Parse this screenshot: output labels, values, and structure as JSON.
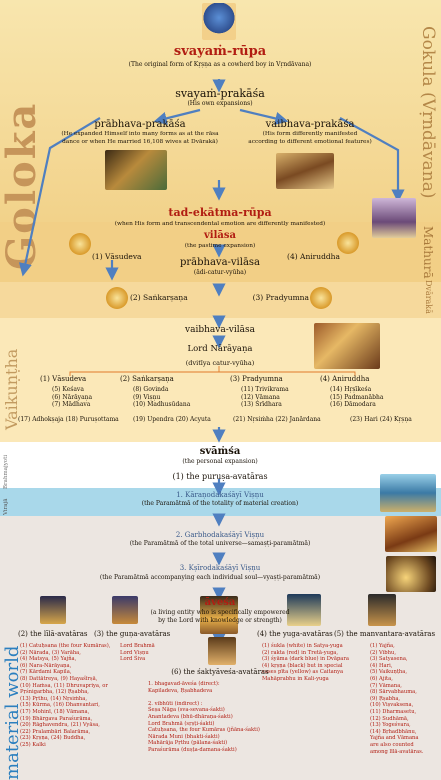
{
  "colors": {
    "goloka_top": "#f6dfa0",
    "goloka_band": "#f1c77a",
    "mathura_band": "#f3d18a",
    "dvaraka_band": "#f7dba0",
    "vaikuntha": "#fbe7b6",
    "white": "#ffffff",
    "viraja": "#a7d7ea",
    "material": "#ece6e0",
    "red_text": "#b11d12",
    "arrow": "#4f7fc0",
    "side_gold": "#c89448"
  },
  "side": {
    "goloka": "Goloka",
    "gokula": "Gokula (Vṛndāvana)",
    "mathura": "Mathurā",
    "dvaraka": "Dvārakā",
    "vaikuntha": "Vaikuṇṭha",
    "brahmajyoti": "Brahmajyoti",
    "viraja": "Virajā",
    "material_world": "material world"
  },
  "top": {
    "svayam_rupa": "svayaṁ-rūpa",
    "svayam_rupa_desc": "(The original form of Kṛṣṇa as a cowherd boy in Vṛndāvana)",
    "svayam_prakasa": "svayaṁ-prakāśa",
    "svayam_prakasa_desc": "(His own expansions)",
    "prabhava": "prābhava-prakāśa",
    "prabhava_desc1": "(He expanded Himself into many forms as at the rāsa",
    "prabhava_desc2": "dance or when He married 16,108 wives at Dvārakā)",
    "vaibhava": "vaibhava-prakāśa",
    "vaibhava_desc1": "(His form differently manifested",
    "vaibhava_desc2": "according to different emotional features)",
    "tad_ekatma": "tad-ekātma-rūpa",
    "tad_ekatma_desc": "(when His form and transcendental emotion are differently manifested)",
    "vilasa": "vilāsa",
    "vilasa_desc": "(the pastime expansion)",
    "prabhava_vilasa": "prābhava-vilāsa",
    "adi_catur": "(ādi-catur-vyūha)",
    "vasudeva": "(1) Vāsudeva",
    "aniruddha": "(4) Aniruddha",
    "sankarsana": "(2) Saṅkarṣaṇa",
    "pradyumna": "(3) Pradyumna"
  },
  "vaikuntha": {
    "vaibhava_vilasa": "vaibhava-vilāsa",
    "narayana": "Lord Nārāyaṇa",
    "dvitiya": "(dvitīya catur-vyūha)",
    "groups": [
      {
        "head": "(1) Vāsudeva",
        "items": "(5) Keśava\n(6) Nārāyaṇa\n(7) Mādhava"
      },
      {
        "head": "(2) Saṅkarṣaṇa",
        "items": "(8) Govinda\n(9) Viṣṇu\n(10) Madhusūdana"
      },
      {
        "head": "(3) Pradyumna",
        "items": "(11) Trivikrama\n(12) Vāmana\n(13) Śrīdhara"
      },
      {
        "head": "(4) Aniruddha",
        "items": "(14) Hṛṣīkeśa\n(15) Padmanābha\n(16) Dāmodara"
      }
    ],
    "bottom_row": [
      "(17) Adhokṣaja (18) Puruṣottama",
      "(19) Upendra (20) Acyuta",
      "(21) Nṛsiṁha (22) Janārdana",
      "(23) Hari (24) Kṛṣṇa"
    ]
  },
  "lower": {
    "svamsa": "svāṁśa",
    "svamsa_desc": "(the personal expansion)",
    "purusa": "(1) the puruṣa-avatāras",
    "karana": "1. Kāraṇodakaśāyī Viṣṇu",
    "karana_desc": "(the Paramātmā of the totality of material creation)",
    "garbha": "2. Garbhodakaśāyī Viṣṇu",
    "garbha_desc": "(the Paramātmā of the total universe—samaṣṭi-paramātmā)",
    "ksira": "3. Kṣīrodakaśāyī Viṣṇu",
    "ksira_desc": "(the Paramātmā accompanying each individual soul—vyaṣṭi-paramātmā)",
    "avesa": "āveśa",
    "avesa_desc1": "(a living entity who is specifically empowered",
    "avesa_desc2": "by the Lord with knowledge or strength)",
    "lila_head": "(2) the līlā-avatāras",
    "guna_head": "(3) the guṇa-avatāras",
    "yuga_head": "(4) the yuga-avatāras",
    "manvantara_head": "(5) the manvantara-avatāras",
    "lila_list": "(1) Catuḥsana (the four Kumāras),\n(2) Nārada, (3) Varāha,\n(4) Matsya, (5) Yajña,\n(6) Nara-Nārāyaṇa,\n(7) Kārdami Kapila,\n(8) Dattātreya, (9) Hayaśīrṣā,\n(10) Haṁsa, (11) Dhruvapriya, or\nPṛśnigarbha, (12) Ṛṣabha,\n(13) Pṛthu, (14) Nṛsiṁha,\n(15) Kūrma, (16) Dhanvantari,\n(17) Mohinī, (18) Vāmana,\n(19) Bhārgava Paraśurāma,\n(20) Rāghavendra, (21) Vyāsa,\n(22) Pralambāri Balarāma,\n(23) Kṛṣṇa, (24) Buddha,\n(25) Kalki",
    "guna_list": "Lord Brahmā\nLord Viṣṇu\nLord Śiva",
    "yuga_list": "(1) śukla (white) in Satya-yuga\n(2) rakta (red) in Tretā-yuga,\n(3) śyāma (dark blue) in Dvāpara\n(4) kṛṣṇa (black) but in special\ncases pīta (yellow) as Caitanya\nMahāprabhu in Kali-yuga",
    "manvantara_list": "(1) Yajña,\n(2) Vibhu,\n(3) Satyasena,\n(4) Hari,\n(5) Vaikuṇṭha,\n(6) Ajita,\n(7) Vāmana,\n(8) Sārvabhauma,\n(9) Ṛṣabha,\n(10) Viṣvaksena,\n(11) Dharmasetu,\n(12) Sudhāmā,\n(13) Yogeśvara,\n(14) Bṛhadbhānu,\nYajña and Vāmana\nare also counted\namong līlā-avatāras.",
    "saktyavesa_head": "(6) the śaktyāveśa-avatāras",
    "saktyavesa_list": "1. bhagavad-āveśa (direct):\nKapiladeva, Ṛṣabhadeva\n\n2. vibhūti (indirect) :\nŚeṣa Nāga (sva-sevana-śakti)\nAnantadeva (bhū-dhāraṇa-śakti)\nLord Brahmā (sṛṣṭi-śakti)\nCatuḥsana, the four Kumāras (jñāna-śakti)\nNārada Muni (bhakti-śakti)\nMahārāja Pṛthu (pālana-śakti)\nParaśurāma (duṣṭa-damana-śakti)"
  }
}
